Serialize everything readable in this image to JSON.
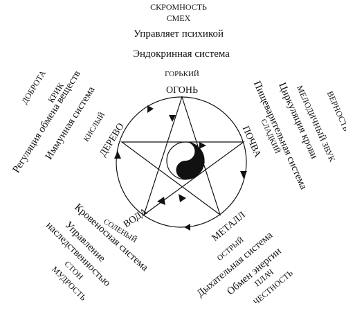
{
  "colors": {
    "ink": "#111111",
    "paper": "#ffffff"
  },
  "center_symbol": "yin-yang-icon",
  "top": {
    "line1": "СКРОМНОСТЬ",
    "line2": "СМЕХ",
    "line3": "Управляет психикой",
    "line4": "Эндокринная система",
    "taste": "ГОРЬКИЙ",
    "element": "ОГОНЬ"
  },
  "left": {
    "line1": "ДОБРОТА",
    "line2": "КРИК",
    "line3": "Регуляция обмена веществ",
    "line4": "Иммунная система",
    "taste": "КИСЛЫЙ",
    "element": "ДЕРЕВО"
  },
  "right": {
    "line1": "ВЕРНОСТЬ",
    "line2": "МЕЛОДИЧНЫЙ ЗВУК",
    "line3": "Циркуляция крови",
    "line4": "Пищеварительная система",
    "taste": "СЛАДКИЙ",
    "element": "ПОЧВА"
  },
  "bottom_left": {
    "element": "ВОДА",
    "taste": "СОЛЕНЫЙ",
    "line1": "Кровеносная система",
    "line2": "Управление",
    "line3": "наследственностью",
    "line4": "СТОН",
    "line5": "МУДРОСТЬ"
  },
  "bottom_right": {
    "element": "МЕТАЛЛ",
    "taste": "ОСТРЫЙ",
    "line1": "Дыхательная система",
    "line2": "Обмен энергии",
    "line3": "ПЛАЧ",
    "line4": "ЧЕСТНОСТЬ"
  }
}
